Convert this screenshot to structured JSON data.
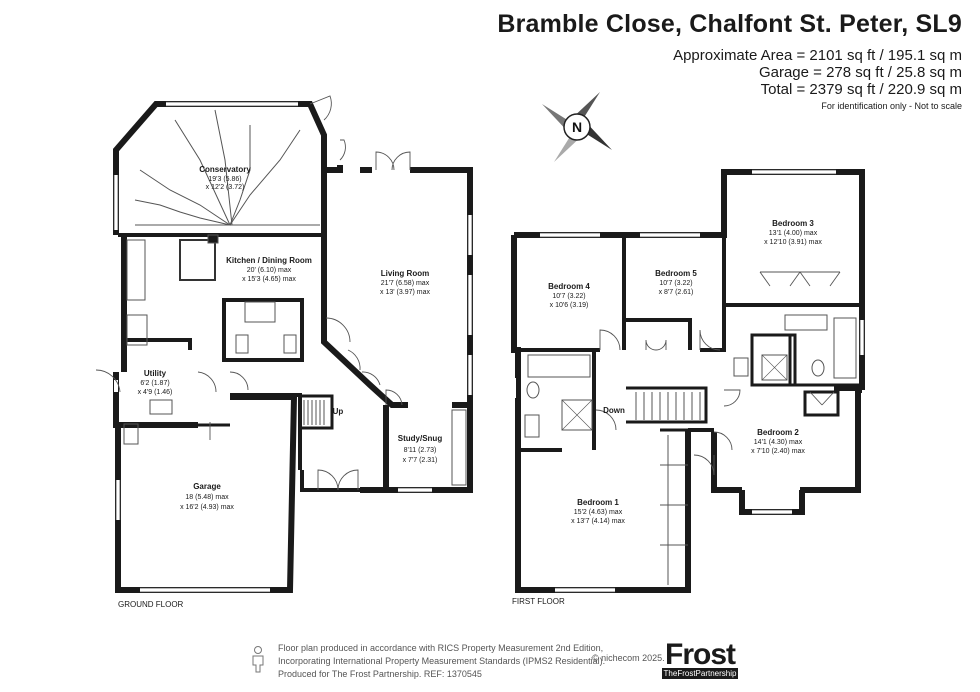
{
  "header": {
    "title": "Bramble Close, Chalfont St. Peter, SL9",
    "area_lines": [
      "Approximate Area = 2101 sq ft / 195.1 sq m",
      "Garage = 278 sq ft / 25.8 sq m",
      "Total = 2379 sq ft / 220.9 sq m"
    ],
    "note": "For identification only - Not to scale"
  },
  "compass": {
    "letter": "N"
  },
  "ground_floor": {
    "label": "GROUND FLOOR",
    "rooms": {
      "conservatory": {
        "name": "Conservatory",
        "dim1": "19'3 (5.86)",
        "dim2": "x 12'2 (3.72)"
      },
      "kitchen": {
        "name": "Kitchen / Dining Room",
        "dim1": "20' (6.10) max",
        "dim2": "x 15'3 (4.65) max"
      },
      "living": {
        "name": "Living Room",
        "dim1": "21'7 (6.58) max",
        "dim2": "x 13' (3.97) max"
      },
      "utility": {
        "name": "Utility",
        "dim1": "6'2 (1.87)",
        "dim2": "x 4'9 (1.46)"
      },
      "study": {
        "name": "Study/Snug",
        "dim1": "8'11 (2.73)",
        "dim2": "x 7'7 (2.31)"
      },
      "garage": {
        "name": "Garage",
        "dim1": "18 (5.48) max",
        "dim2": "x 16'2 (4.93) max"
      }
    },
    "stair_label": "Up"
  },
  "first_floor": {
    "label": "FIRST FLOOR",
    "rooms": {
      "bed4": {
        "name": "Bedroom 4",
        "dim1": "10'7 (3.22)",
        "dim2": "x 10'6 (3.19)"
      },
      "bed5": {
        "name": "Bedroom 5",
        "dim1": "10'7 (3.22)",
        "dim2": "x 8'7 (2.61)"
      },
      "bed3": {
        "name": "Bedroom 3",
        "dim1": "13'1 (4.00) max",
        "dim2": "x 12'10 (3.91) max"
      },
      "bed2": {
        "name": "Bedroom 2",
        "dim1": "14'1 (4.30) max",
        "dim2": "x 7'10 (2.40) max"
      },
      "bed1": {
        "name": "Bedroom 1",
        "dim1": "15'2 (4.63) max",
        "dim2": "x 13'7 (4.14) max"
      }
    },
    "stair_label": "Down"
  },
  "footer": {
    "lines": [
      "Floor plan produced in accordance with RICS Property Measurement 2nd Edition,",
      "Incorporating International Property Measurement Standards (IPMS2 Residential).",
      "Produced for The Frost Partnership.   REF:  1370545"
    ],
    "copyright": "© nichecom 2025.",
    "logo_word": "Frost",
    "logo_sub": "TheFrostPartnership"
  },
  "colors": {
    "wall": "#1a1a1a",
    "window": "#ffffff",
    "fixture": "#555555"
  }
}
